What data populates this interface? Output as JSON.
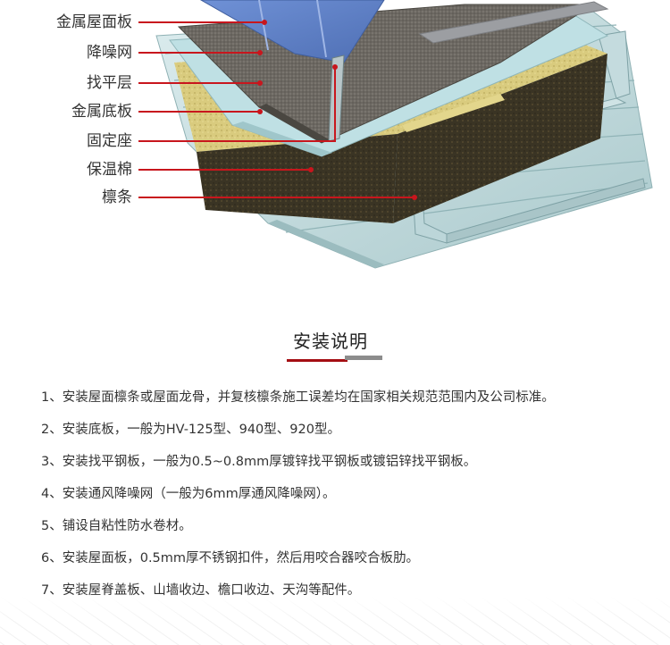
{
  "layers": [
    {
      "label": "金属屋面板"
    },
    {
      "label": "降噪网"
    },
    {
      "label": "找平层"
    },
    {
      "label": "金属底板"
    },
    {
      "label": "固定座"
    },
    {
      "label": "保温棉"
    },
    {
      "label": "檩条"
    }
  ],
  "section_title": "安装说明",
  "steps": [
    "1、安装屋面檩条或屋面龙骨，并复核檩条施工误差均在国家相关规范范围内及公司标准。",
    "2、安装底板，一般为HV-125型、940型、920型。",
    "3、安装找平钢板，一般为0.5~0.8mm厚镀锌找平钢板或镀铝锌找平钢板。",
    "4、安装通风降噪网（一般为6mm厚通风降噪网）。",
    "5、铺设自粘性防水卷材。",
    "6、安装屋面板，0.5mm厚不锈钢扣件，然后用咬合器咬合板肋。",
    "7、安装屋脊盖板、山墙收边、檐口收边、天沟等配件。"
  ],
  "colors": {
    "accent_red": "#c8161d",
    "dark_red": "#a40e13",
    "roof_blue": "#5f82c9",
    "mesh_gray": "#6a665f",
    "steel_light": "#c9e1e3",
    "insulation_yellow": "#d8c97a"
  }
}
